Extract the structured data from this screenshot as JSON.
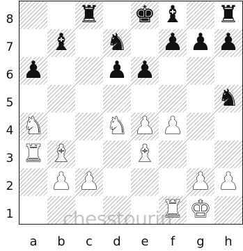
{
  "board": {
    "files": [
      "a",
      "b",
      "c",
      "d",
      "e",
      "f",
      "g",
      "h"
    ],
    "ranks": [
      "8",
      "7",
      "6",
      "5",
      "4",
      "3",
      "2",
      "1"
    ],
    "watermark": "chesstourin",
    "pieces": [
      {
        "square": "c8",
        "piece": "rook",
        "color": "black",
        "glyph": "♜"
      },
      {
        "square": "e8",
        "piece": "king",
        "color": "black",
        "glyph": "♚"
      },
      {
        "square": "f8",
        "piece": "bishop",
        "color": "black",
        "glyph": "♝"
      },
      {
        "square": "h8",
        "piece": "rook",
        "color": "black",
        "glyph": "♜"
      },
      {
        "square": "b7",
        "piece": "bishop",
        "color": "black",
        "glyph": "♝"
      },
      {
        "square": "d7",
        "piece": "knight",
        "color": "black",
        "glyph": "♞"
      },
      {
        "square": "f7",
        "piece": "pawn",
        "color": "black",
        "glyph": "♟"
      },
      {
        "square": "g7",
        "piece": "pawn",
        "color": "black",
        "glyph": "♟"
      },
      {
        "square": "h7",
        "piece": "pawn",
        "color": "black",
        "glyph": "♟"
      },
      {
        "square": "a6",
        "piece": "pawn",
        "color": "black",
        "glyph": "♟"
      },
      {
        "square": "d6",
        "piece": "pawn",
        "color": "black",
        "glyph": "♟"
      },
      {
        "square": "e6",
        "piece": "pawn",
        "color": "black",
        "glyph": "♟"
      },
      {
        "square": "h5",
        "piece": "knight",
        "color": "black",
        "glyph": "♞"
      },
      {
        "square": "a4",
        "piece": "knight",
        "color": "white",
        "glyph": "♞"
      },
      {
        "square": "d4",
        "piece": "knight",
        "color": "white",
        "glyph": "♞"
      },
      {
        "square": "e4",
        "piece": "pawn",
        "color": "white",
        "glyph": "♟"
      },
      {
        "square": "f4",
        "piece": "pawn",
        "color": "white",
        "glyph": "♟"
      },
      {
        "square": "a3",
        "piece": "rook",
        "color": "white",
        "glyph": "♜"
      },
      {
        "square": "b3",
        "piece": "bishop",
        "color": "white",
        "glyph": "♝"
      },
      {
        "square": "e3",
        "piece": "bishop",
        "color": "white",
        "glyph": "♝"
      },
      {
        "square": "b2",
        "piece": "pawn",
        "color": "white",
        "glyph": "♟"
      },
      {
        "square": "c2",
        "piece": "pawn",
        "color": "white",
        "glyph": "♟"
      },
      {
        "square": "g2",
        "piece": "pawn",
        "color": "white",
        "glyph": "♟"
      },
      {
        "square": "h2",
        "piece": "pawn",
        "color": "white",
        "glyph": "♟"
      },
      {
        "square": "f1",
        "piece": "rook",
        "color": "white",
        "glyph": "♜"
      },
      {
        "square": "g1",
        "piece": "king",
        "color": "white",
        "glyph": "♚"
      }
    ]
  }
}
